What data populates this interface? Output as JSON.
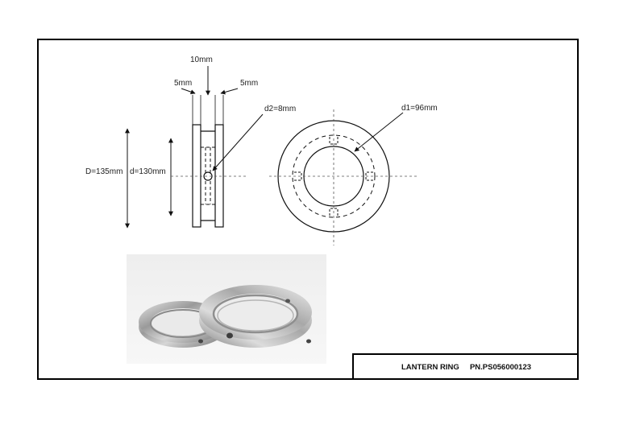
{
  "dimensions": {
    "width_total": "10mm",
    "width_left": "5mm",
    "width_right": "5mm",
    "hole_diameter": "d2=8mm",
    "outer_diameter": "D=135mm",
    "diameter_d": "d=130mm",
    "inner_diameter": "d1=96mm"
  },
  "title_block": {
    "part_name": "LANTERN RING",
    "part_number": "PN.PS056000123"
  }
}
